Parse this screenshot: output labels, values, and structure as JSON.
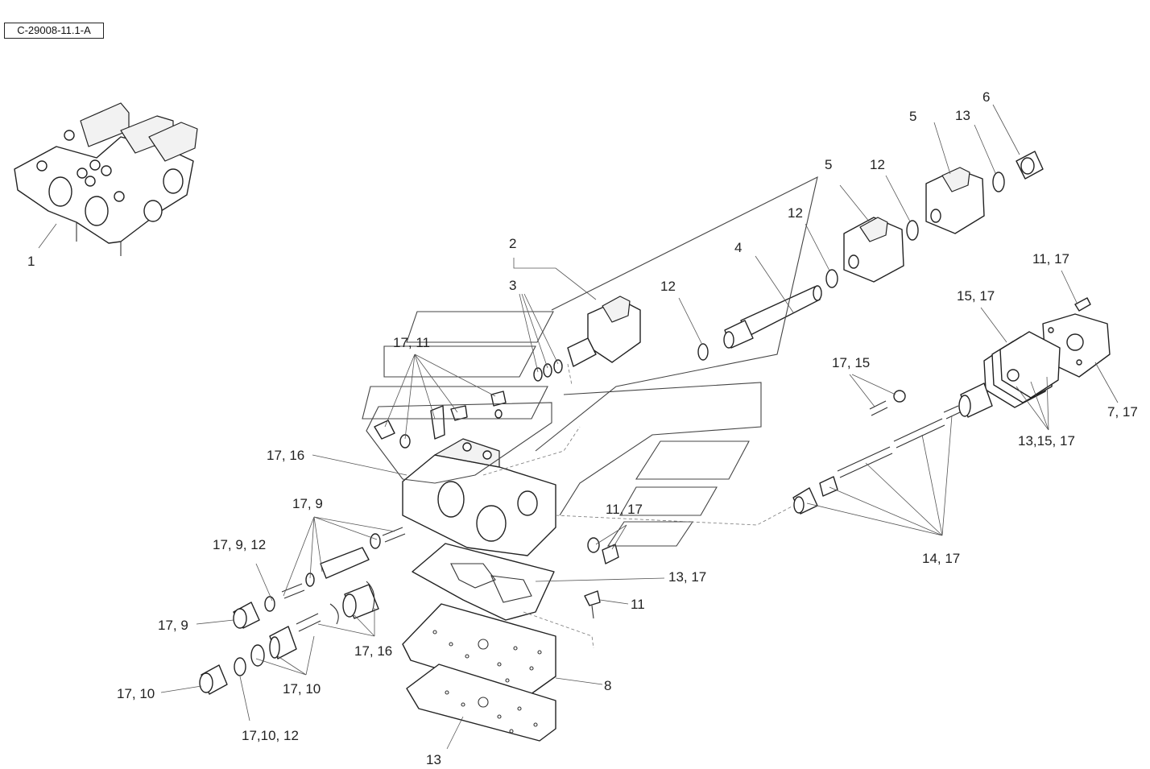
{
  "reference": "C-29008-11.1-A",
  "callouts": [
    {
      "id": "c1",
      "text": "1"
    },
    {
      "id": "c2",
      "text": "2"
    },
    {
      "id": "c3",
      "text": "3"
    },
    {
      "id": "c4",
      "text": "4"
    },
    {
      "id": "c5a",
      "text": "5"
    },
    {
      "id": "c5b",
      "text": "5"
    },
    {
      "id": "c6",
      "text": "6"
    },
    {
      "id": "c12a",
      "text": "12"
    },
    {
      "id": "c12b",
      "text": "12"
    },
    {
      "id": "c12c",
      "text": "12"
    },
    {
      "id": "c13a",
      "text": "13"
    },
    {
      "id": "c13b",
      "text": "13"
    },
    {
      "id": "c7_17",
      "text": "7, 17"
    },
    {
      "id": "c11_17a",
      "text": "11, 17"
    },
    {
      "id": "c11_17b",
      "text": "11, 17"
    },
    {
      "id": "c15_17",
      "text": "15, 17"
    },
    {
      "id": "c17_15",
      "text": "17, 15"
    },
    {
      "id": "c13_15_17",
      "text": "13,15, 17"
    },
    {
      "id": "c14_17",
      "text": "14, 17"
    },
    {
      "id": "c17_11",
      "text": "17, 11"
    },
    {
      "id": "c17_16a",
      "text": "17, 16"
    },
    {
      "id": "c17_16b",
      "text": "17, 16"
    },
    {
      "id": "c17_9a",
      "text": "17, 9"
    },
    {
      "id": "c17_9b",
      "text": "17, 9"
    },
    {
      "id": "c17_9_12",
      "text": "17, 9, 12"
    },
    {
      "id": "c13_17",
      "text": "13, 17"
    },
    {
      "id": "c11",
      "text": "11"
    },
    {
      "id": "c8",
      "text": "8"
    },
    {
      "id": "c17_10a",
      "text": "17, 10"
    },
    {
      "id": "c17_10b",
      "text": "17, 10"
    },
    {
      "id": "c17_10_12",
      "text": "17,10, 12"
    }
  ]
}
